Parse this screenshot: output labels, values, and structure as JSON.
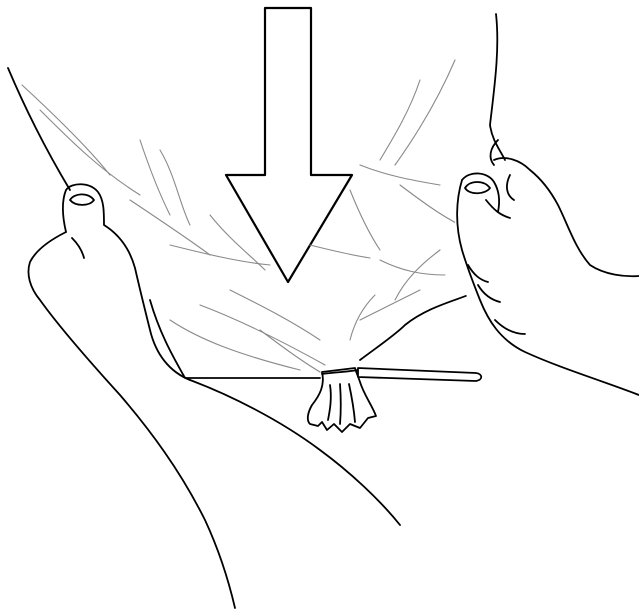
{
  "illustration": {
    "subject": "",
    "arrow_direction": "down",
    "stroke_color": "#000000",
    "crease_color": "#8a8a8a",
    "background_color": "#ffffff",
    "elements": [
      "down-arrow-icon",
      "plastic-bag",
      "left-hand",
      "right-hand",
      "cable-tie",
      "bag-knot"
    ]
  }
}
